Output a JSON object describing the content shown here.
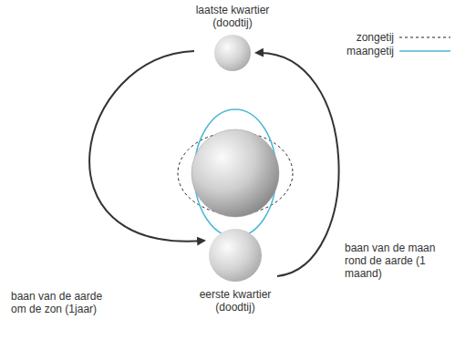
{
  "diagram": {
    "nodes": [
      {
        "text": [
          "laatste kwartier (doodtij)"
        ]
      },
      {
        "text": [
          "eerste kwartier (doodtij)"
        ]
      }
    ],
    "edges": [
      {
        "from": 0,
        "to": 1,
        "arrow": "to"
      },
      {
        "from": 1,
        "to": 0,
        "arrow": "to"
      }
    ],
    "labels": [
      "baan van de maan rond de aarde (1 maand)",
      "baan van de aarde om de zon (1jaar)"
    ],
    "legend": [
      {
        "text": "zongetij"
      },
      {
        "text": "maangetij"
      }
    ]
  }
}
